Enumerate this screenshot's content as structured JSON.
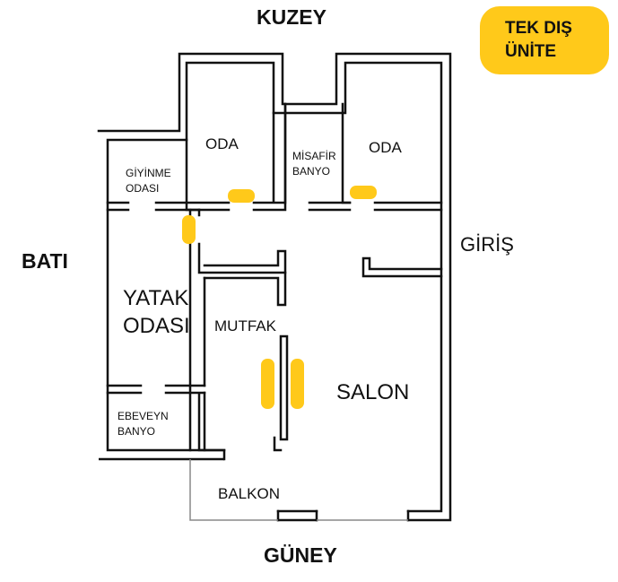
{
  "compass": {
    "north": "KUZEY",
    "south": "GÜNEY",
    "west": "BATI"
  },
  "badge": {
    "text": "TEK DIŞ\nÜNİTE"
  },
  "rooms": {
    "oda_left": "ODA",
    "misafir_banyo": "MİSAFİR\nBANYO",
    "oda_right": "ODA",
    "giyinme_odasi": "GİYİNME\nODASI",
    "yatak_odasi": "YATAK\nODASI",
    "mutfak": "MUTFAK",
    "salon": "SALON",
    "ebeveyn_banyo": "EBEVEYN\nBANYO",
    "balkon": "BALKON",
    "giris": "GİRİŞ"
  },
  "colors": {
    "wall": "#111111",
    "unit": "#ffc91a",
    "balcony_line": "#888888"
  }
}
